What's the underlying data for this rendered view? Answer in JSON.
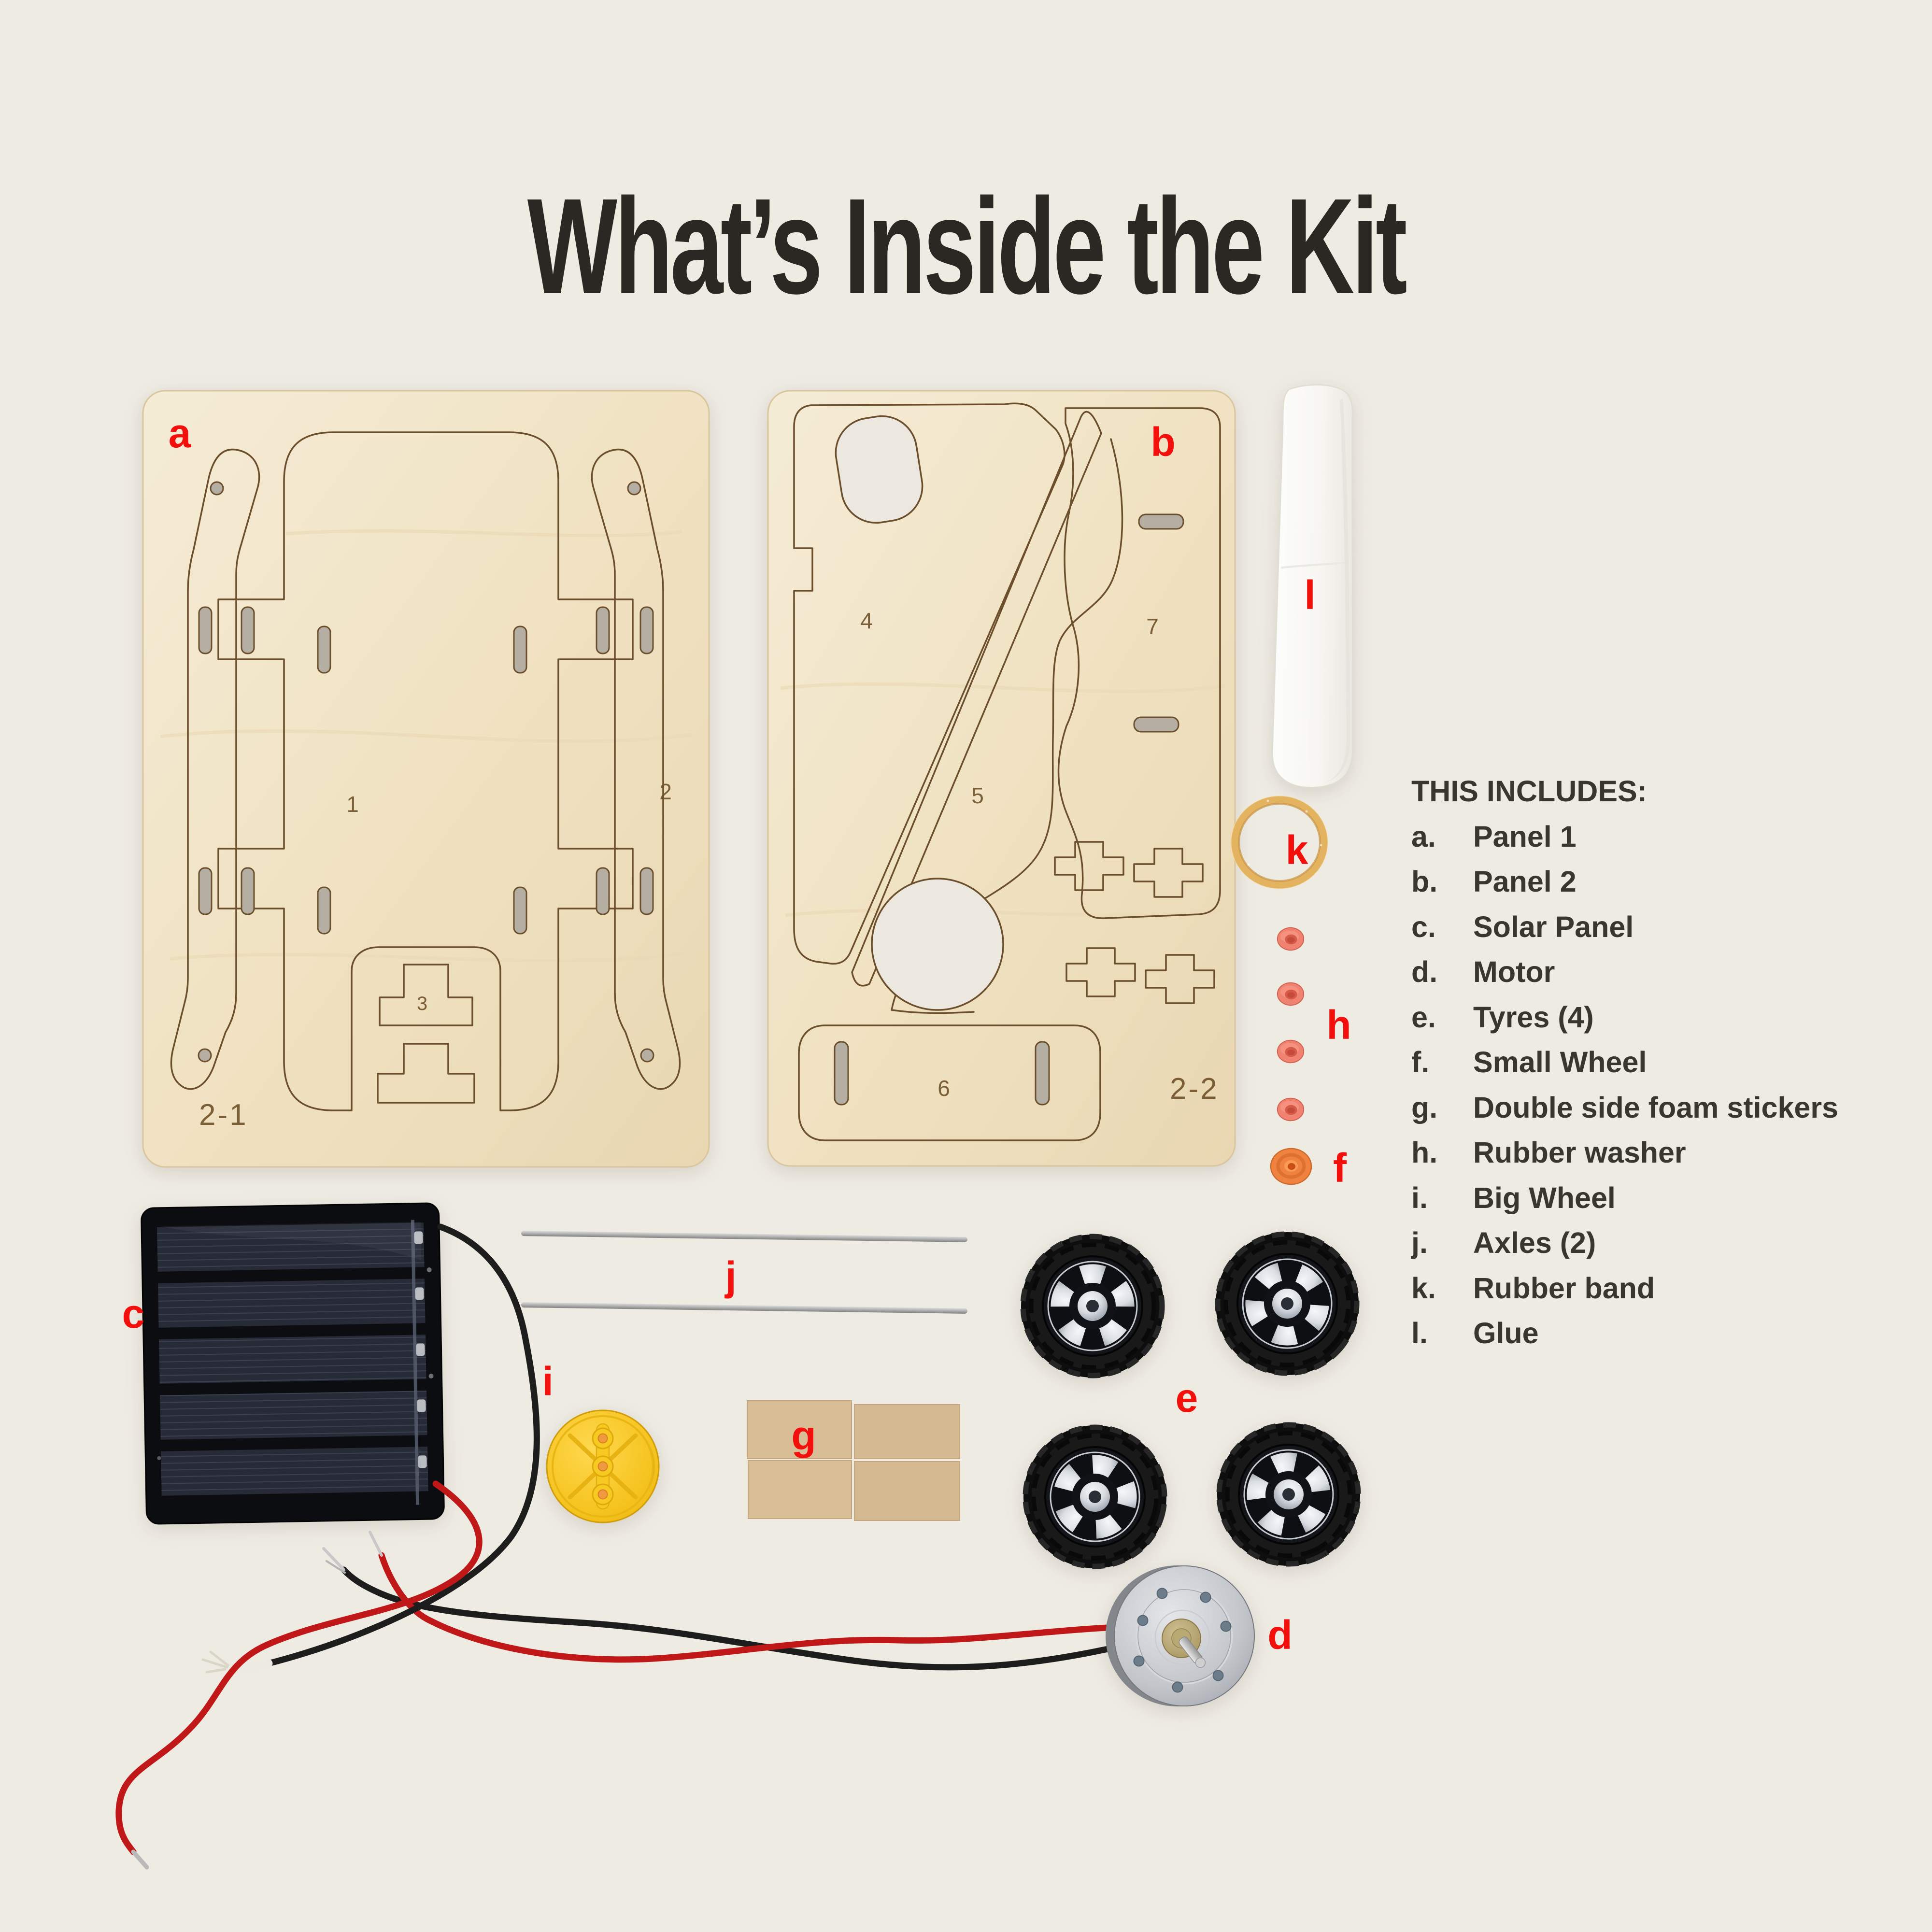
{
  "title": "What’s Inside the Kit",
  "includes": {
    "heading": "THIS INCLUDES:",
    "items": [
      {
        "key": "a.",
        "label": "Panel 1"
      },
      {
        "key": "b.",
        "label": "Panel 2"
      },
      {
        "key": "c.",
        "label": "Solar Panel"
      },
      {
        "key": "d.",
        "label": "Motor"
      },
      {
        "key": "e.",
        "label": "Tyres (4)"
      },
      {
        "key": "f.",
        "label": "Small Wheel"
      },
      {
        "key": "g.",
        "label": "Double side foam stickers"
      },
      {
        "key": "h.",
        "label": "Rubber washer"
      },
      {
        "key": "i.",
        "label": "Big Wheel"
      },
      {
        "key": "j.",
        "label": "Axles (2)"
      },
      {
        "key": "k.",
        "label": "Rubber band"
      },
      {
        "key": "l.",
        "label": "Glue"
      }
    ]
  },
  "photo_items": {
    "panel_1": {
      "marker": "a",
      "engraved_pieces": [
        "1",
        "2",
        "3"
      ],
      "engraved_code": "2-1"
    },
    "panel_2": {
      "marker": "b",
      "engraved_pieces": [
        "4",
        "5",
        "6",
        "7"
      ],
      "engraved_code": "2-2"
    },
    "solar_panel": {
      "marker": "c"
    },
    "motor": {
      "marker": "d"
    },
    "tyres": {
      "marker": "e",
      "count": 4
    },
    "small_wheel": {
      "marker": "f"
    },
    "foam_stickers": {
      "marker": "g",
      "count": 4
    },
    "rubber_washers": {
      "marker": "h",
      "count": 4
    },
    "big_wheel": {
      "marker": "i"
    },
    "axles": {
      "marker": "j",
      "count": 2
    },
    "rubber_band": {
      "marker": "k"
    },
    "glue": {
      "marker": "l"
    }
  },
  "colors": {
    "background": "#EEEBE3",
    "title_text": "#2B2823",
    "marker_red": "#F20F0C",
    "list_text": "#393630",
    "wood": "#F0E2C2",
    "wood_cut_line": "#6B4E2B",
    "glue_white": "#FBFAF7",
    "rubber_band": "#E3B35F",
    "washer_salmon": "#EF8270",
    "small_wheel_orange": "#F0823F",
    "solar_dark": "#0C0D10",
    "axle_silver": "#B3B3B3",
    "big_wheel_yellow": "#F3BF17",
    "foam_kraft": "#D8BD97",
    "tyre_black": "#161616",
    "rim_chrome": "#D3D7DC",
    "motor_silver": "#B9BDC3",
    "wire_red": "#C01818",
    "wire_black": "#1D1D1D"
  }
}
